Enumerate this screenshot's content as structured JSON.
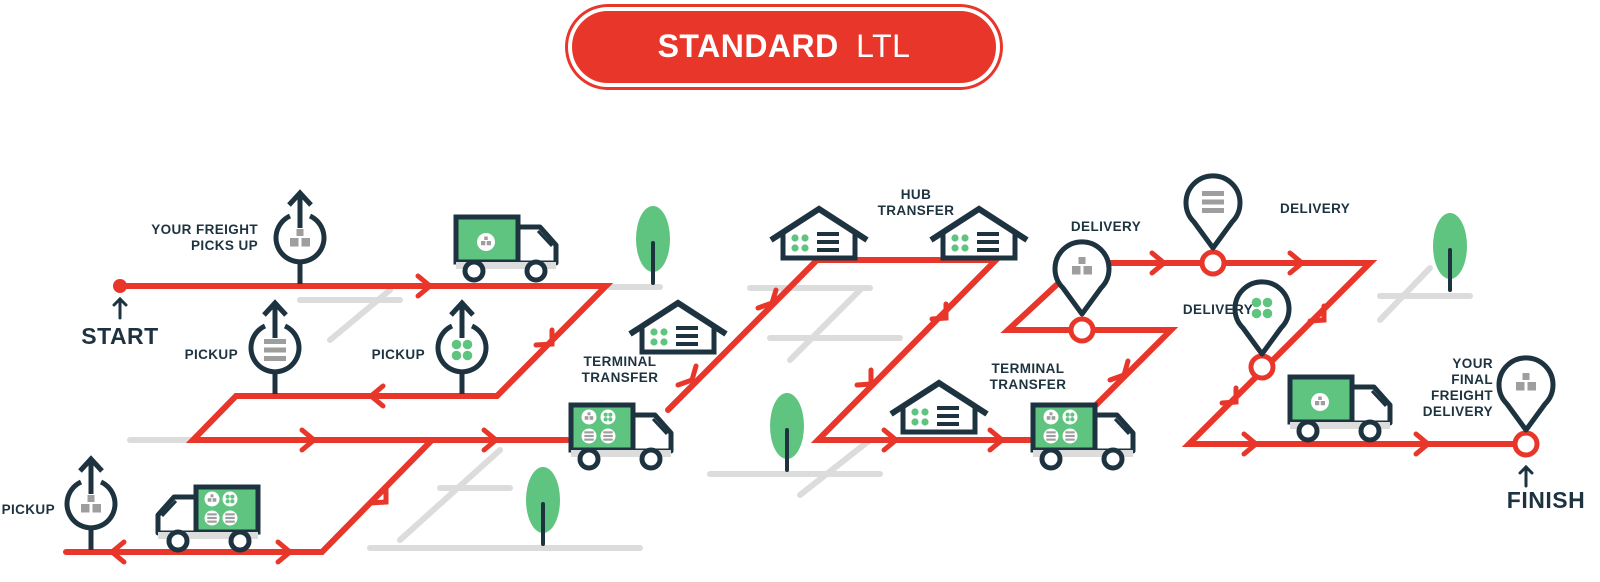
{
  "title": {
    "bold": "STANDARD",
    "light": "LTL"
  },
  "labels": {
    "start": "START",
    "finish": "FINISH",
    "freight_picks_up_1": "YOUR FREIGHT",
    "freight_picks_up_2": "PICKS UP",
    "pickup_a": "PICKUP",
    "pickup_b": "PICKUP",
    "pickup_c": "PICKUP",
    "terminal_transfer_1a": "TERMINAL",
    "terminal_transfer_1b": "TRANSFER",
    "hub_transfer_a": "HUB",
    "hub_transfer_b": "TRANSFER",
    "terminal_transfer_2a": "TERMINAL",
    "terminal_transfer_2b": "TRANSFER",
    "delivery_a": "DELIVERY",
    "delivery_b": "DELIVERY",
    "delivery_c": "DELIVERY",
    "final_1": "YOUR",
    "final_2": "FINAL",
    "final_3": "FREIGHT",
    "final_4": "DELIVERY"
  },
  "colors": {
    "route": "#e8362a",
    "navy": "#1d3340",
    "green": "#5ec47f",
    "gray": "#dcdcdc",
    "box": "#9e9e9e"
  },
  "icons": [
    "up-arrow-pin-icon",
    "map-pin-icon",
    "truck-icon",
    "warehouse-icon",
    "tree-icon",
    "arrow-up-icon"
  ]
}
